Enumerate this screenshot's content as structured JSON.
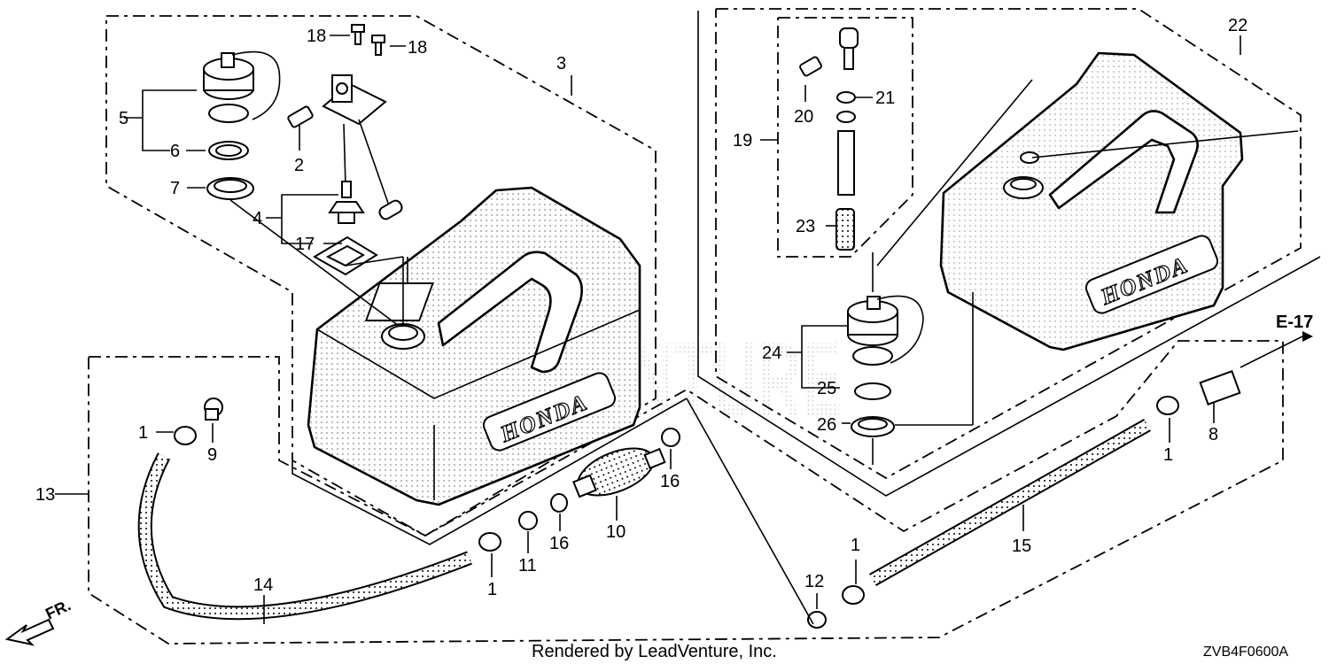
{
  "diagram": {
    "drawing_code": "ZVB4F0600A",
    "credit": "Rendered by LeadVenture, Inc.",
    "reference": "E-17",
    "direction": "FR.",
    "tank_brand": "HONDA",
    "watermark": "LEADVENTURE",
    "callouts": {
      "c1a": "1",
      "c1b": "1",
      "c1c": "1",
      "c1d": "1",
      "c2": "2",
      "c3": "3",
      "c4": "4",
      "c5": "5",
      "c6": "6",
      "c7": "7",
      "c8": "8",
      "c9": "9",
      "c10": "10",
      "c11": "11",
      "c12": "12",
      "c13": "13",
      "c14": "14",
      "c15": "15",
      "c16a": "16",
      "c16b": "16",
      "c17": "17",
      "c18a": "18",
      "c18b": "18",
      "c19": "19",
      "c20": "20",
      "c21": "21",
      "c22": "22",
      "c23": "23",
      "c24": "24",
      "c25": "25",
      "c26": "26"
    }
  }
}
